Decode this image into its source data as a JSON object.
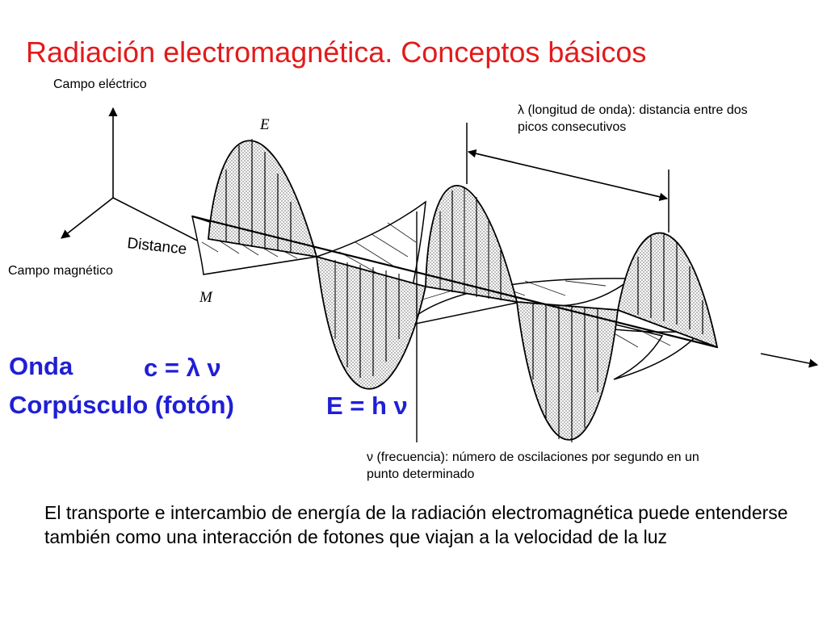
{
  "title": "Radiación electromagnética. Conceptos básicos",
  "labels": {
    "campo_electrico": "Campo eléctrico",
    "campo_magnetico": "Campo magnético",
    "lambda_note": "λ (longitud de onda): distancia entre dos picos consecutivos",
    "nu_note": "ν (frecuencia): número de oscilaciones por segundo en un punto determinado"
  },
  "figure": {
    "e_letter": "E",
    "m_letter": "M",
    "distance_label": "Distance"
  },
  "equations": {
    "onda_label": "Onda",
    "onda_eq": "c = λ ν",
    "corp_label": "Corpúsculo (fotón)",
    "corp_eq": "E = h ν"
  },
  "paragraph": "El transporte e intercambio de energía de la radiación electromagnética puede entenderse también como una interacción de fotones que viajan a la velocidad de la luz",
  "colors": {
    "title": "#e21b1b",
    "equations": "#1f1fd6"
  }
}
